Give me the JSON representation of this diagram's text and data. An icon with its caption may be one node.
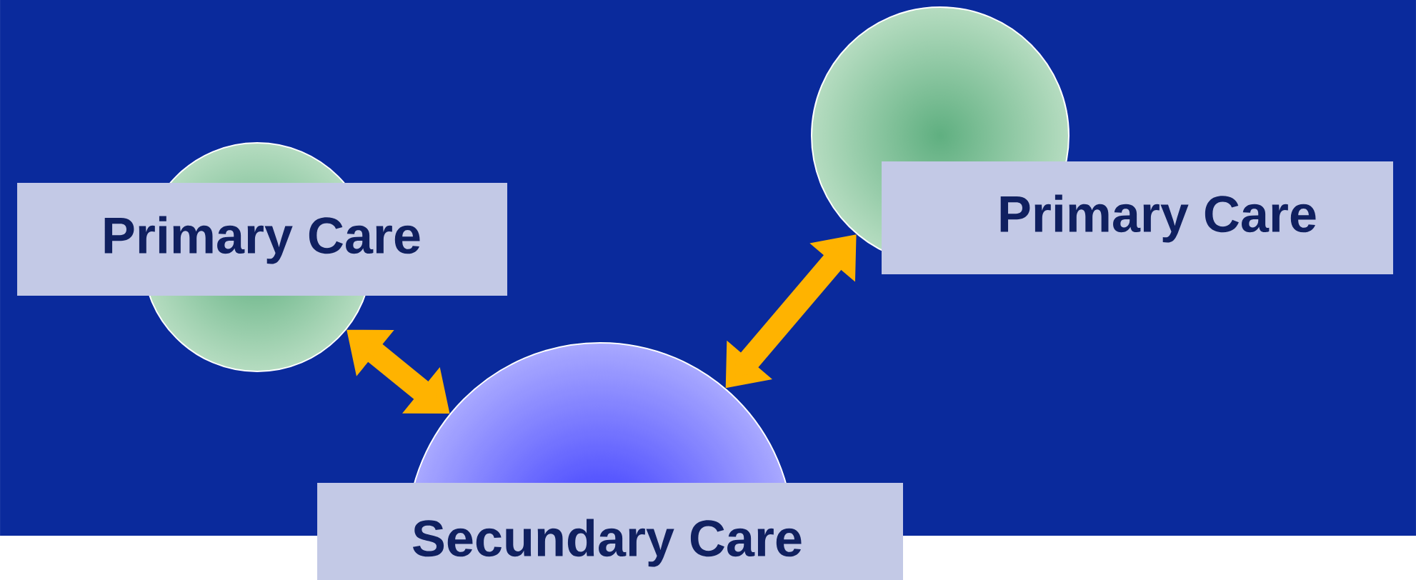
{
  "diagram": {
    "nodes": [
      {
        "text": [
          "Primary Care"
        ]
      },
      {
        "text": [
          "Primary Care"
        ]
      },
      {
        "text": [
          "Secundary Care"
        ]
      }
    ],
    "edges": [
      {
        "from": 0,
        "to": 2,
        "arrow": "both"
      },
      {
        "from": 1,
        "to": 2,
        "arrow": "both"
      }
    ]
  }
}
